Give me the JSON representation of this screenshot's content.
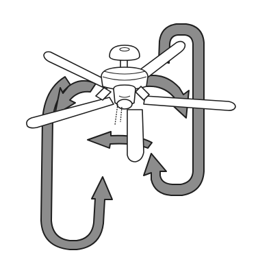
{
  "diagram": {
    "subject": "ceiling fan",
    "fan_blade_count": 5,
    "airflow_arrows": [
      {
        "name": "right-loop",
        "direction": "up-over-down",
        "shape": "U-loop"
      },
      {
        "name": "left-loop",
        "direction": "down-then-up",
        "shape": "U-loop"
      },
      {
        "name": "rotation",
        "direction": "counterclockwise"
      }
    ],
    "colors": {
      "arrow_fill": "#8c8c8c",
      "arrow_outline": "#1e1e1e",
      "fan_fill": "#ffffff",
      "fan_outline": "#1e1e1e",
      "background": "#ffffff"
    }
  }
}
